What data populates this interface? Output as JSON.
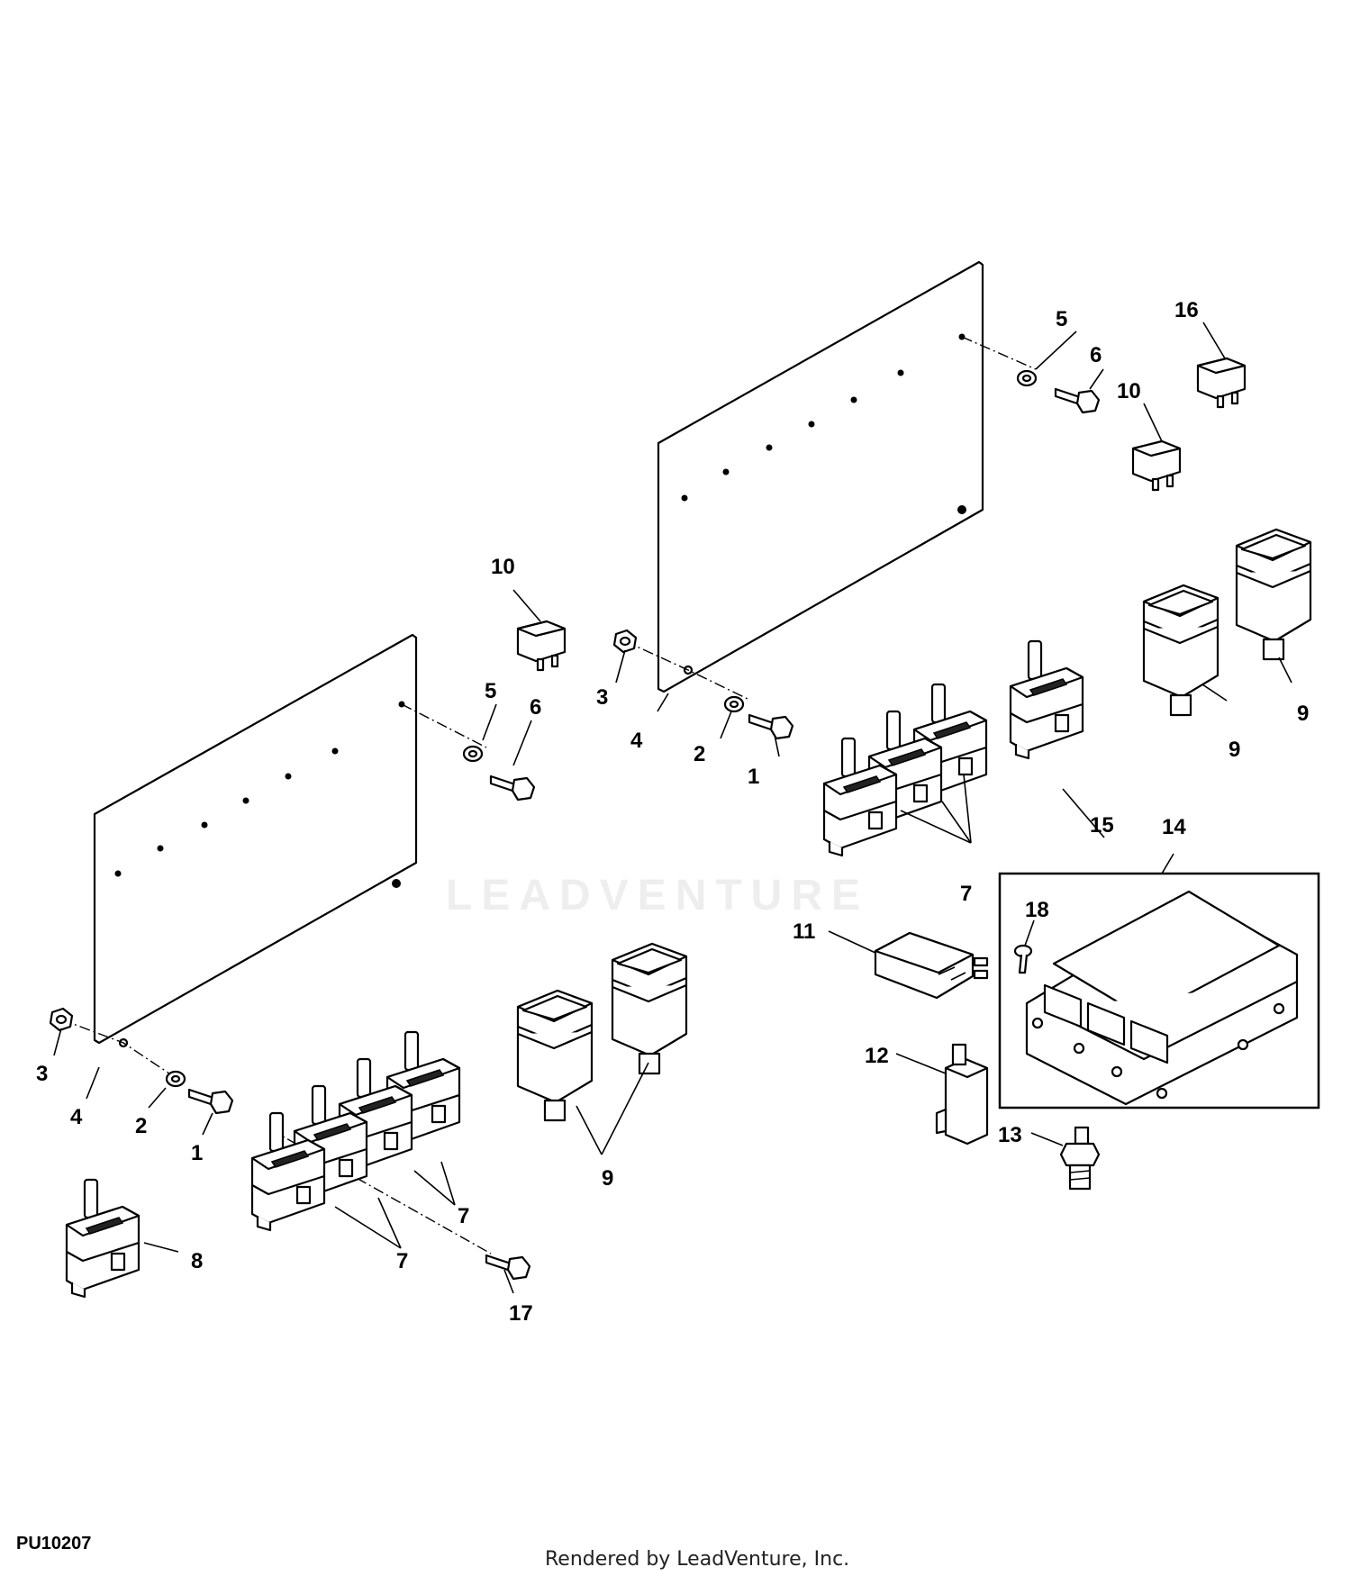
{
  "figure_id": "PU10207",
  "footer_text": "Rendered by LeadVenture, Inc.",
  "watermark_text": "LEADVENTURE",
  "callouts": {
    "c1a": "1",
    "c1b": "1",
    "c2a": "2",
    "c2b": "2",
    "c3a": "3",
    "c3b": "3",
    "c4a": "4",
    "c4b": "4",
    "c5a": "5",
    "c5b": "5",
    "c6a": "6",
    "c6b": "6",
    "c7a": "7",
    "c7b": "7",
    "c7c": "7",
    "c8": "8",
    "c9a": "9",
    "c9b": "9",
    "c9c": "9",
    "c10a": "10",
    "c10b": "10",
    "c11": "11",
    "c12": "12",
    "c13": "13",
    "c14": "14",
    "c15": "15",
    "c16": "16",
    "c17": "17",
    "c18": "18"
  },
  "colors": {
    "line": "#000000",
    "background": "#ffffff",
    "watermark": "#eeeeee"
  }
}
